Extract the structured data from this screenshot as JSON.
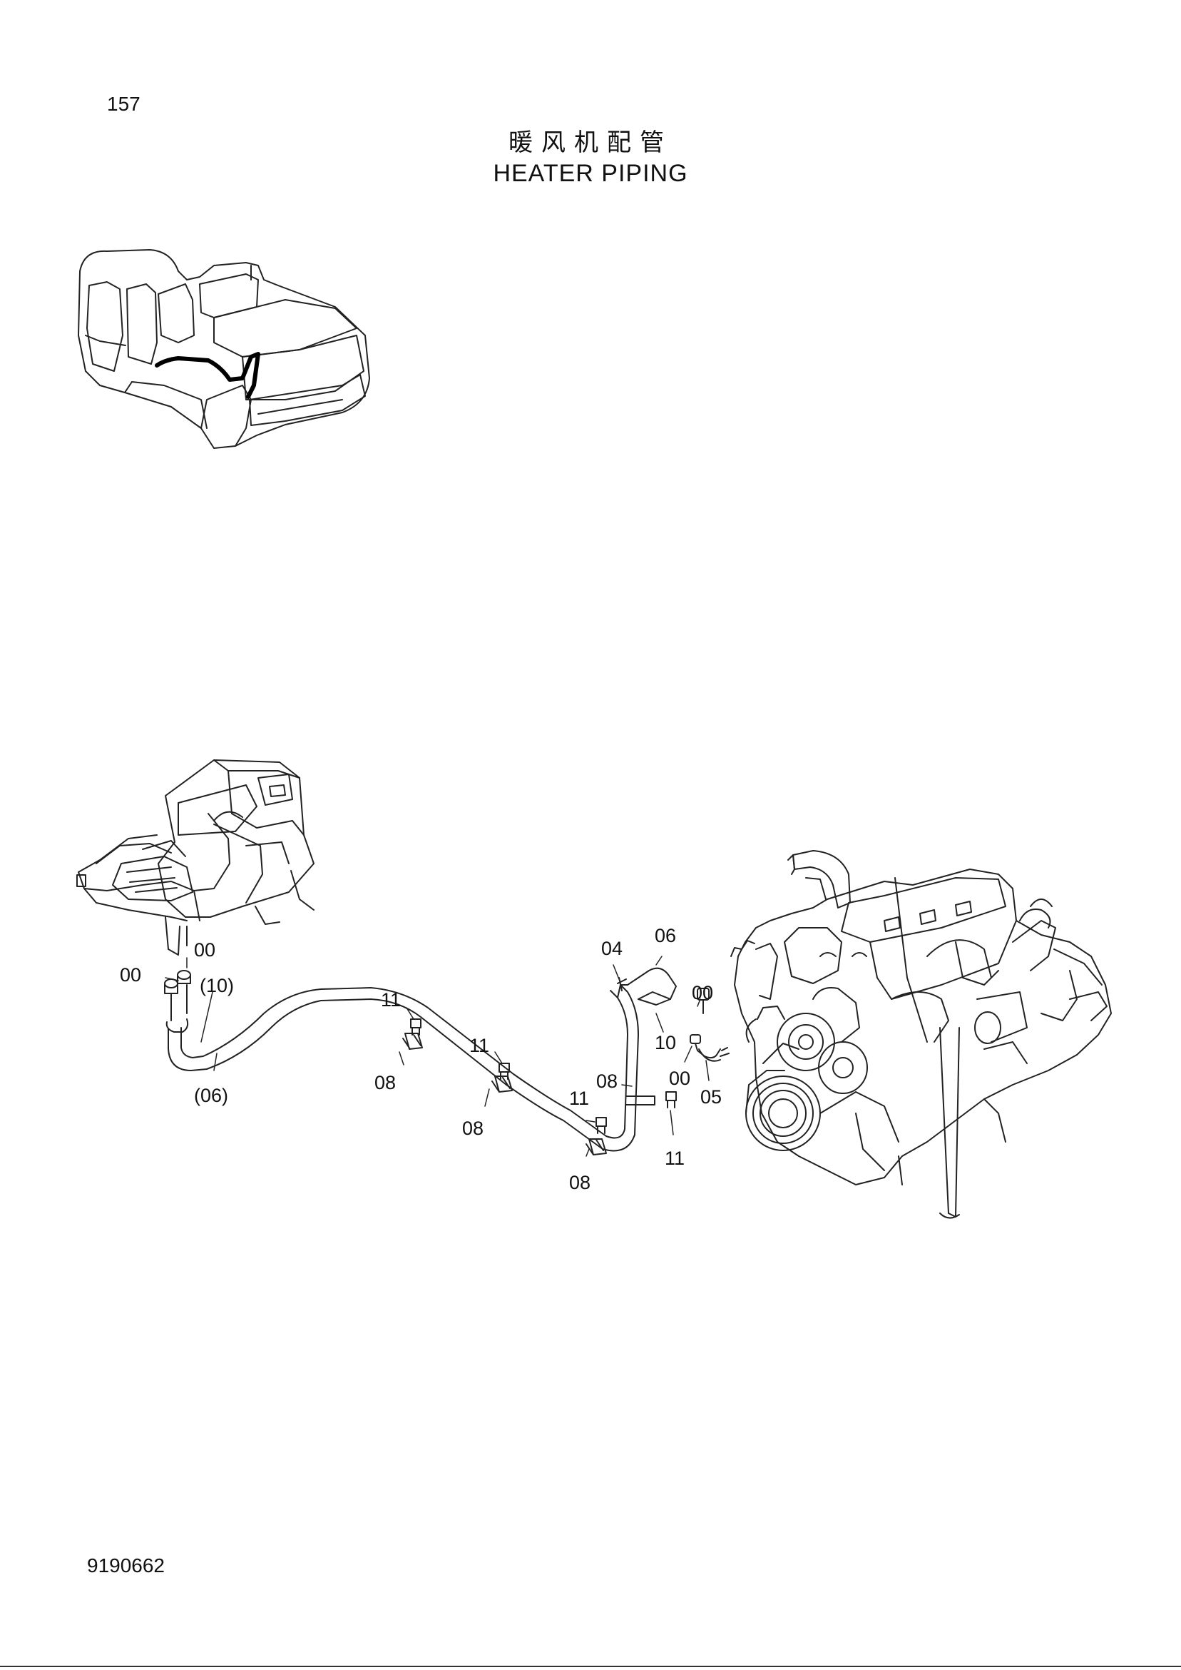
{
  "page": {
    "number": "157",
    "doc_number": "9190662"
  },
  "title": {
    "cn": "暖风机配管",
    "en": "HEATER PIPING"
  },
  "callouts": [
    {
      "id": "c00a",
      "text": "00"
    },
    {
      "id": "c00b",
      "text": "00"
    },
    {
      "id": "c10p",
      "text": "(10)"
    },
    {
      "id": "c06p",
      "text": "(06)"
    },
    {
      "id": "c11a",
      "text": "11"
    },
    {
      "id": "c08a",
      "text": "08"
    },
    {
      "id": "c11b",
      "text": "11"
    },
    {
      "id": "c08b",
      "text": "08"
    },
    {
      "id": "c11c",
      "text": "11"
    },
    {
      "id": "c08c",
      "text": "08"
    },
    {
      "id": "c08d",
      "text": "08"
    },
    {
      "id": "c11d",
      "text": "11"
    },
    {
      "id": "c04",
      "text": "04"
    },
    {
      "id": "c06",
      "text": "06"
    },
    {
      "id": "c10",
      "text": "10"
    },
    {
      "id": "c00c",
      "text": "00"
    },
    {
      "id": "c00d",
      "text": "00"
    },
    {
      "id": "c05",
      "text": "05"
    }
  ]
}
